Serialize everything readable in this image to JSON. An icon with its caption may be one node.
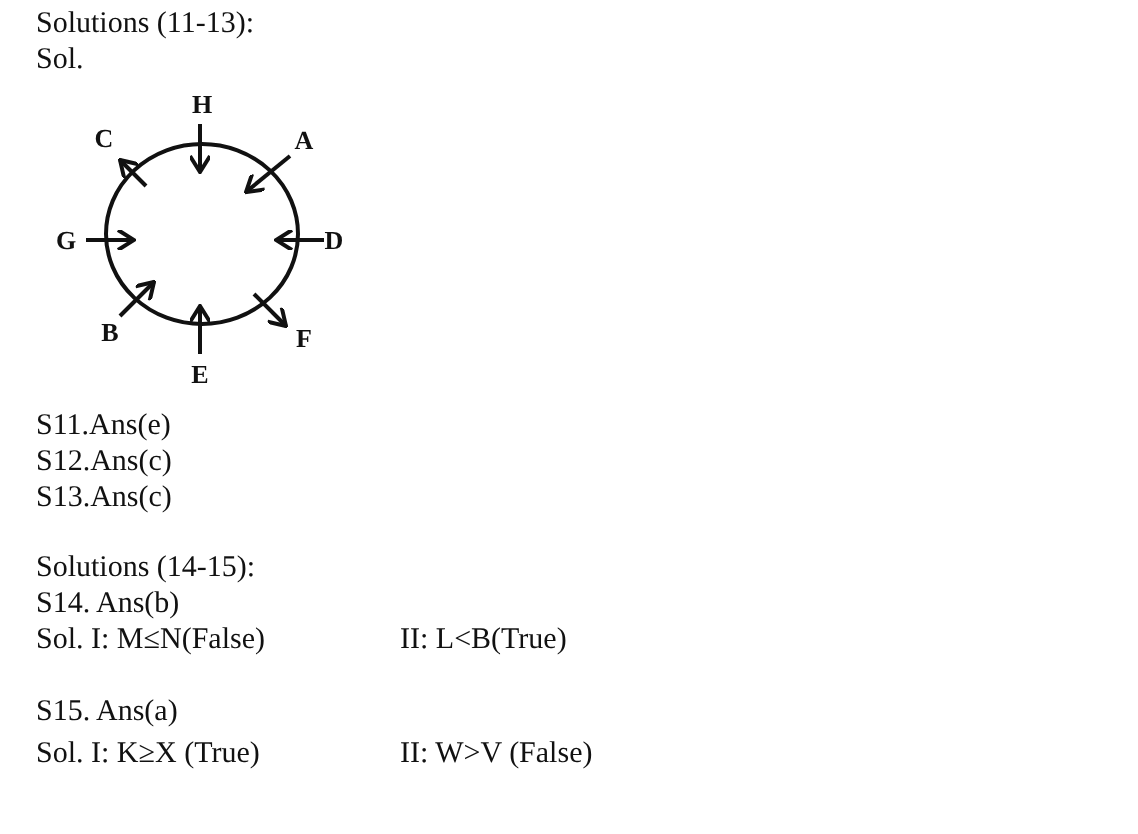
{
  "diagram": {
    "labels": [
      "Solutions (11-13):",
      "Sol.",
      "H",
      "C",
      "A",
      "G",
      "D",
      "B",
      "F",
      "E",
      "S11.Ans(e)",
      "S12.Ans(c)",
      "S13.Ans(c)",
      "Solutions (14-15):",
      "S14. Ans(b)",
      "Sol. I: M≤N(False)",
      "II: L<B(True)",
      "S15. Ans(a)",
      "Sol. I: K≥X (True)",
      "II: W>V (False)"
    ]
  }
}
